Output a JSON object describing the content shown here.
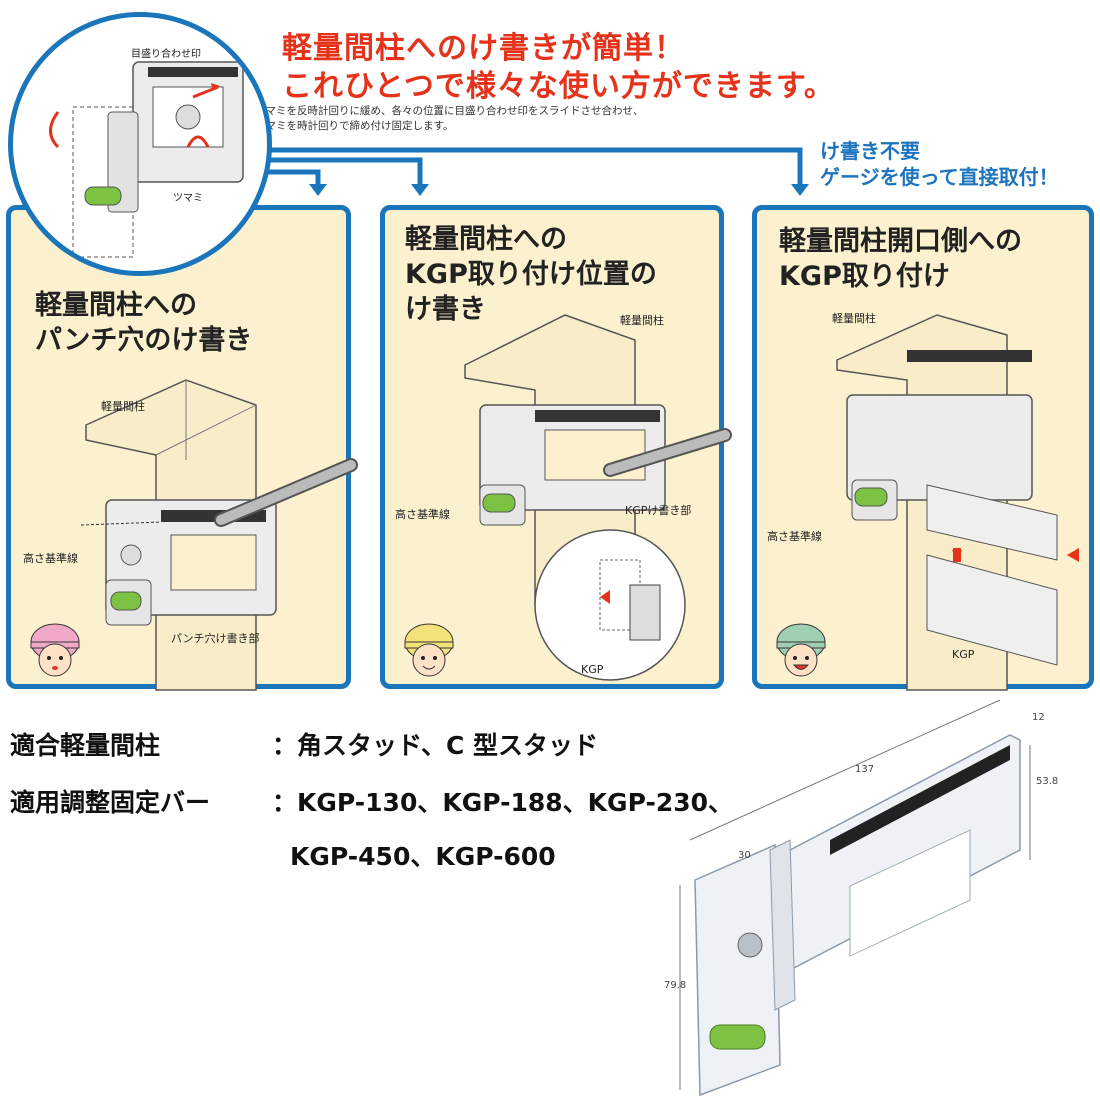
{
  "headline": {
    "line1": "軽量間柱へのけ書きが簡単！",
    "line2": "これひとつで様々な使い方ができます。"
  },
  "instructions": {
    "line1": "ツマミを反時計回りに緩め、各々の位置に目盛り合わせ印をスライドさせ合わせ、",
    "line2": "ツマミを時計回りで締め付け固定します。"
  },
  "zoom_labels": {
    "scale_mark": "目盛り合わせ印",
    "knob": "ツマミ"
  },
  "right_note": {
    "line1": "け書き不要",
    "line2": "ゲージを使って直接取付！"
  },
  "panels": [
    {
      "title_line1": "軽量間柱への",
      "title_line2": "パンチ穴のけ書き",
      "label_stud": "軽量間柱",
      "label_baseline": "高さ基準線",
      "label_part": "パンチ穴け書き部"
    },
    {
      "title_line1": "軽量間柱への",
      "title_line2": "KGP取り付け位置の",
      "title_line3": "け書き",
      "label_stud": "軽量間柱",
      "label_baseline": "高さ基準線",
      "label_part": "KGPけ書き部",
      "label_kgp": "KGP"
    },
    {
      "title_line1": "軽量間柱開口側への",
      "title_line2": "KGP取り付け",
      "label_stud": "軽量間柱",
      "label_baseline": "高さ基準線",
      "label_kgp": "KGP"
    }
  ],
  "specs": {
    "row1_label": "適合軽量間柱",
    "row1_value": "：角スタッド、C 型スタッド",
    "row2_label": "適用調整固定バー",
    "row2_value": "：KGP-130、KGP-188、KGP-230、",
    "row3_value": "KGP-450、KGP-600"
  },
  "dimensions": {
    "width_total": "137",
    "depth": "12",
    "height_right": "53.8",
    "width_left": "30",
    "height_left": "79.8"
  },
  "colors": {
    "accent_red": "#e5321b",
    "frame_blue": "#1b75bb",
    "panel_bg": "#fcf1cf",
    "level_green": "#7dc242"
  },
  "icons": [
    "helmet-worker-pink",
    "helmet-worker-yellow",
    "helmet-worker-green",
    "arrow-down-icon",
    "red-arrow-icon"
  ]
}
